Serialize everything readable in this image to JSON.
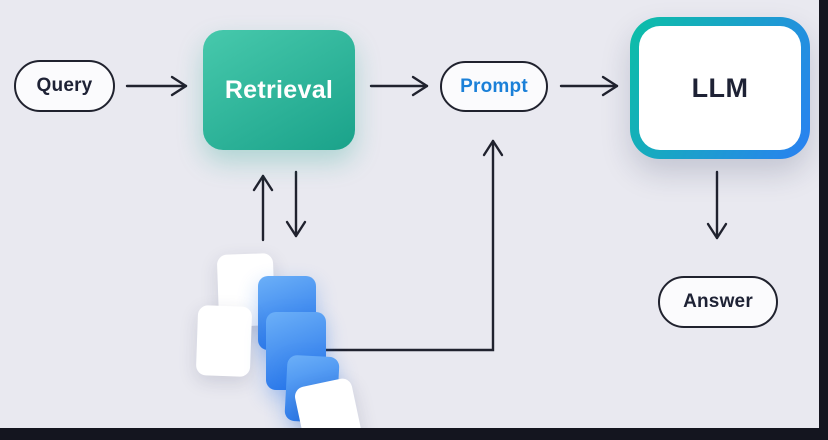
{
  "diagram": {
    "nodes": {
      "query": {
        "label": "Query"
      },
      "retrieval": {
        "label": "Retrieval"
      },
      "prompt": {
        "label": "Prompt"
      },
      "llm": {
        "label": "LLM"
      },
      "answer": {
        "label": "Answer"
      }
    },
    "edges": [
      {
        "from": "query",
        "to": "retrieval"
      },
      {
        "from": "retrieval",
        "to": "prompt"
      },
      {
        "from": "prompt",
        "to": "llm"
      },
      {
        "from": "llm",
        "to": "answer"
      },
      {
        "from": "retrieval",
        "to": "documents",
        "bidirectional": true
      },
      {
        "from": "documents",
        "to": "prompt"
      }
    ],
    "colors": {
      "background": "#e9e9f0",
      "frame": "#14151f",
      "line": "#20222e",
      "text": "#1e2235",
      "prompt_text": "#1b80d8",
      "retrieval_fill_start": "#47c9ac",
      "retrieval_fill_end": "#1aa28a",
      "llm_border_start": "#0cbfa6",
      "llm_border_end": "#2a80f2",
      "doc_blue_start": "#6cb0f8",
      "doc_blue_end": "#2170e8",
      "doc_white": "#ffffff"
    }
  }
}
